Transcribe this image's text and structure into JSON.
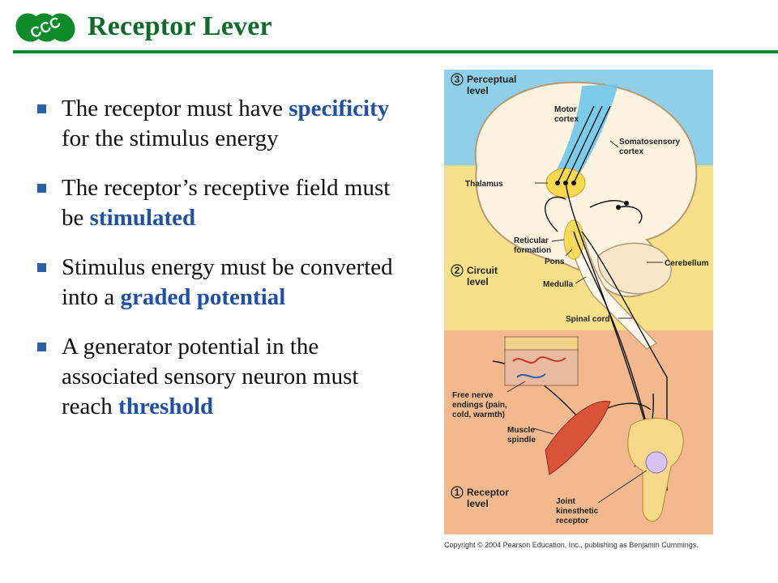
{
  "header": {
    "title": "Receptor Lever",
    "logo_text": "CCC"
  },
  "bullets": [
    {
      "parts": [
        "The receptor must have ",
        "specificity",
        " for the stimulus energy"
      ]
    },
    {
      "parts": [
        "The receptor’s receptive field must be ",
        "stimulated",
        ""
      ]
    },
    {
      "parts": [
        "Stimulus energy must be converted into a ",
        "graded potential",
        ""
      ]
    },
    {
      "parts": [
        "A generator potential in the associated sensory neuron must reach ",
        "threshold",
        ""
      ]
    }
  ],
  "figure": {
    "levels": [
      {
        "num": "3",
        "line1": "Perceptual",
        "line2": "level"
      },
      {
        "num": "2",
        "line1": "Circuit",
        "line2": "level"
      },
      {
        "num": "1",
        "line1": "Receptor",
        "line2": "level"
      }
    ],
    "labels": {
      "motor_cortex_1": "Motor",
      "motor_cortex_2": "cortex",
      "somato_1": "Somatosensory",
      "somato_2": "cortex",
      "thalamus": "Thalamus",
      "reticular_1": "Reticular",
      "reticular_2": "formation",
      "pons": "Pons",
      "medulla": "Medulla",
      "cerebellum": "Cerebellum",
      "spinal_cord": "Spinal cord",
      "free_nerve_1": "Free nerve",
      "free_nerve_2": "endings (pain,",
      "free_nerve_3": "cold, warmth)",
      "muscle_1": "Muscle",
      "muscle_2": "spindle",
      "joint_1": "Joint",
      "joint_2": "kinesthetic",
      "joint_3": "receptor"
    },
    "colors": {
      "top_band": "#8fd0e8",
      "mid_band": "#f7e08a",
      "bottom_band": "#f2b98e",
      "accent_green": "#0d8a2a",
      "highlight_blue": "#1f4fa6"
    },
    "copyright": "Copyright © 2004 Pearson Education, Inc., publishing as Benjamin Cummings."
  }
}
